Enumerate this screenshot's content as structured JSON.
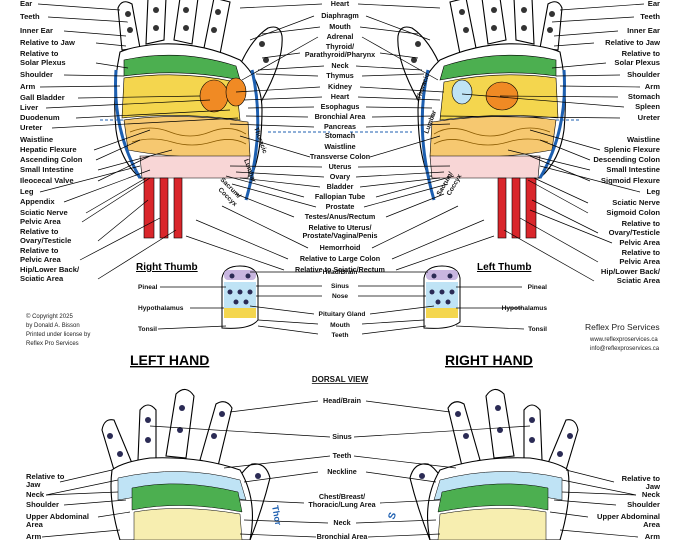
{
  "left_labels": [
    "Ear",
    "Teeth",
    "Inner Ear",
    "Relative to Jaw",
    "Relative to",
    "Solar Plexus",
    "Shoulder",
    "Arm",
    "Gall Bladder",
    "Liver",
    "Duodenum",
    "Ureter",
    "Waistline",
    "Hepatic Flexure",
    "Ascending Colon",
    "Small Intestine",
    "Ileocecal Valve",
    "Leg",
    "Appendix",
    "Sciatic Nerve",
    "Pelvic Area",
    "Relative to",
    "Ovary/Testicle",
    "Relative to",
    "Pelvic Area",
    "Hip/Lower Back/",
    "Sciatic Area"
  ],
  "center_labels": [
    "Heart",
    "Diaphragm",
    "Mouth",
    "Adrenal",
    "Thyroid/",
    "Parathyroid/Pharynx",
    "Neck",
    "Thymus",
    "Kidney",
    "Heart",
    "Esophagus",
    "Bronchial Area",
    "Pancreas",
    "Stomach",
    "Waistline",
    "Transverse Colon",
    "Uterus",
    "Ovary",
    "Bladder",
    "Fallopian Tube",
    "Prostate",
    "Testes/Anus/Rectum",
    "Relative to Uterus/",
    "Prostate/Vagina/Penis",
    "Hemorrhoid",
    "Relative to Large Colon",
    "Relative to Sciatic/Rectum"
  ],
  "right_labels": [
    "Ear",
    "Teeth",
    "Inner Ear",
    "Relative to Jaw",
    "Relative to",
    "Solar Plexus",
    "Shoulder",
    "Arm",
    "Stomach",
    "Spleen",
    "Ureter",
    "Waistline",
    "Splenic Flexure",
    "Descending Colon",
    "Small Intestine",
    "Sigmoid Flexure",
    "Leg",
    "Sciatic Nerve",
    "Sigmoid Colon",
    "Relative to",
    "Ovary/Testicle",
    "Pelvic Area",
    "Relative to",
    "Pelvic Area",
    "Hip/Lower Back/",
    "Sciatic Area"
  ],
  "palm_inner": {
    "left": [
      "Thoracic",
      "Lumbar",
      "Sacrum/",
      "Coccyx"
    ],
    "right": [
      "Thoracic",
      "Lumbar",
      "Sacrum/",
      "Coccyx"
    ]
  },
  "thumb": {
    "right_title": "Right Thumb",
    "left_title": "Left Thumb",
    "left_side": [
      "Pineal",
      "Hypothalamus",
      "Tonsil"
    ],
    "center": [
      "Head/Brain",
      "Sinus",
      "Nose",
      "Pituitary Gland",
      "Mouth",
      "Teeth"
    ],
    "right_side": [
      "Pineal",
      "Hypothalamus",
      "Tonsil"
    ]
  },
  "copyright": [
    "© Copyright 2025",
    "by Donald A. Bisson",
    "Printed under license by",
    "Reflex Pro Services"
  ],
  "brand": {
    "name": "Reflex Pro Services",
    "web": "www.reflexproservices.ca",
    "email": "info@reflexproservices.ca"
  },
  "headings": {
    "left_hand": "LEFT HAND",
    "right_hand": "RIGHT HAND",
    "dorsal": "DORSAL VIEW"
  },
  "dorsal_center": [
    "Head/Brain",
    "Sinus",
    "Teeth",
    "Neckline",
    "Chest/Breast/",
    "Thoracic/Lung Area",
    "Neck",
    "Bronchial Area"
  ],
  "dorsal_left": [
    "Relative to",
    "Jaw",
    "Neck",
    "Shoulder",
    "Upper Abdominal",
    "Area",
    "Arm"
  ],
  "dorsal_right": [
    "Relative to",
    "Jaw",
    "Neck",
    "Shoulder",
    "Upper Abdominal",
    "Area",
    "Arm"
  ],
  "dorsal_inner": {
    "left": "Thor",
    "right": "S"
  },
  "colors": {
    "outline": "#000000",
    "blue": "#1d5fb0",
    "green": "#4caf50",
    "yellow": "#f4d64e",
    "orange": "#f08a24",
    "red": "#d9262b",
    "lightblue": "#bfe3f5",
    "purple": "#c8b6e0"
  }
}
